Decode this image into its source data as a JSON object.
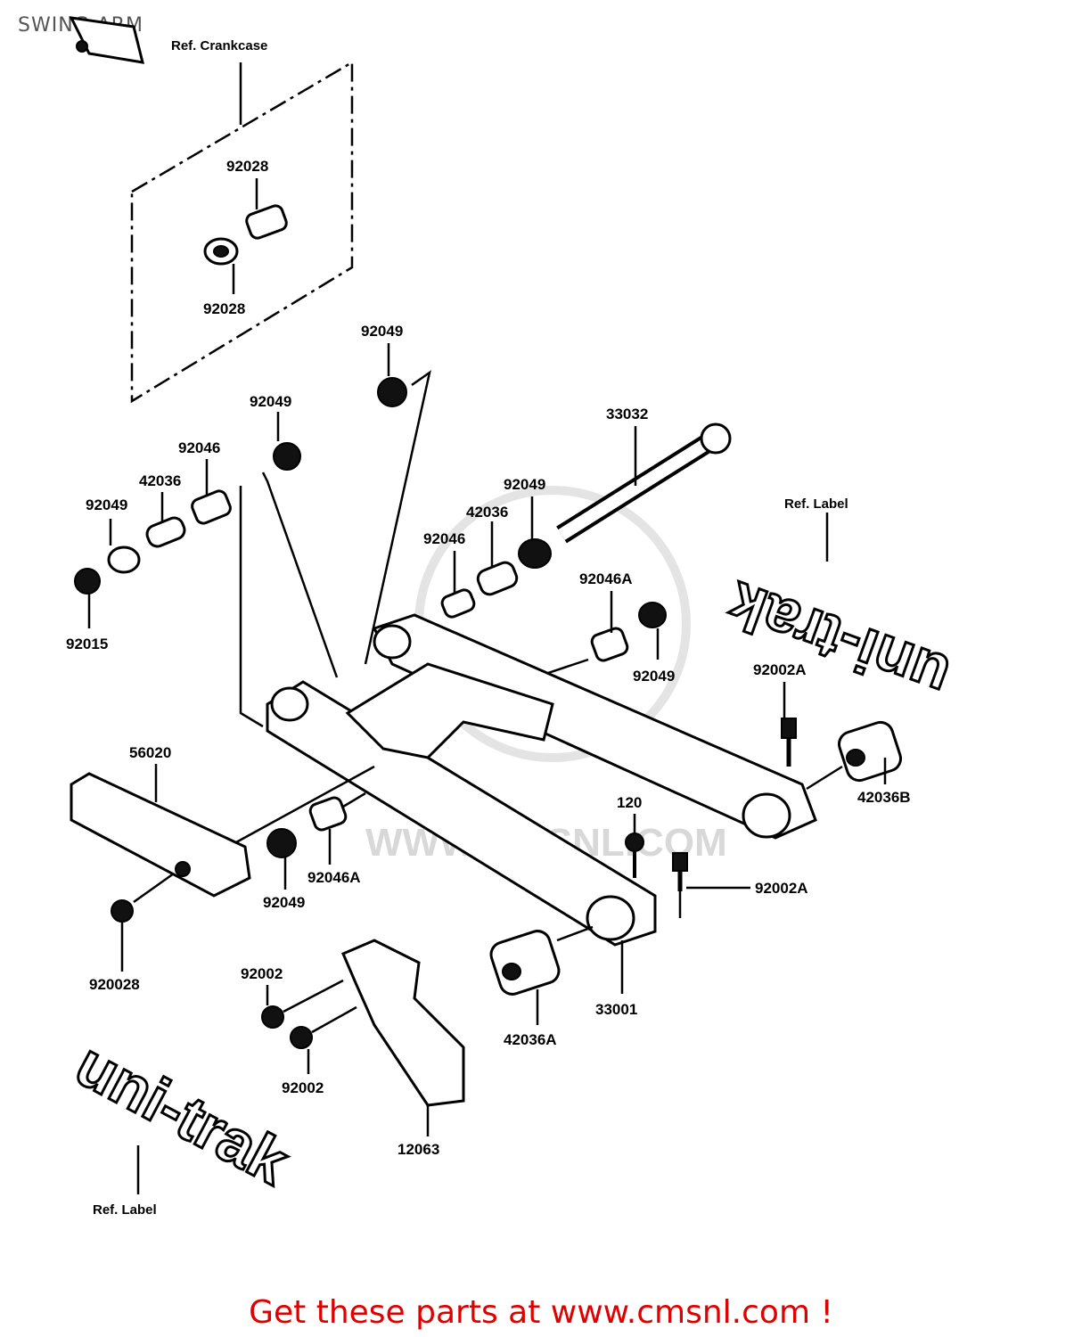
{
  "page": {
    "title": "SWING ARM",
    "watermark": "WWW.CMSNL.COM",
    "cta": "Get these parts at www.cmsnl.com !"
  },
  "labels": {
    "ref_crankcase": "Ref. Crankcase",
    "ref_label_top": "Ref. Label",
    "ref_label_bottom": "Ref. Label",
    "p92028_top": "92028",
    "p92028_bottom": "92028",
    "p92049_a": "92049",
    "p92049_b": "92049",
    "p92049_c": "92049",
    "p92049_d": "92049",
    "p92049_e": "92049",
    "p92049_f": "92049",
    "p92046_left": "92046",
    "p92046_mid": "92046",
    "p42036_left": "42036",
    "p42036_mid": "42036",
    "p92015": "92015",
    "p33032": "33032",
    "p92046A_upper": "92046A",
    "p92046A_lower": "92046A",
    "p92002A_upper": "92002A",
    "p92002A_lower": "92002A",
    "p42036B": "42036B",
    "p120": "120",
    "p56020": "56020",
    "p920028": "920028",
    "p92002_upper": "92002",
    "p92002_lower": "92002",
    "p33001": "33001",
    "p42036A": "42036A",
    "p12063": "12063"
  },
  "logos": {
    "unitrak_top": "uni-trak",
    "unitrak_bottom": "uni-trak"
  },
  "colors": {
    "cta": "#e00000",
    "watermark": "#d8d8d8",
    "lines": "#000000"
  }
}
